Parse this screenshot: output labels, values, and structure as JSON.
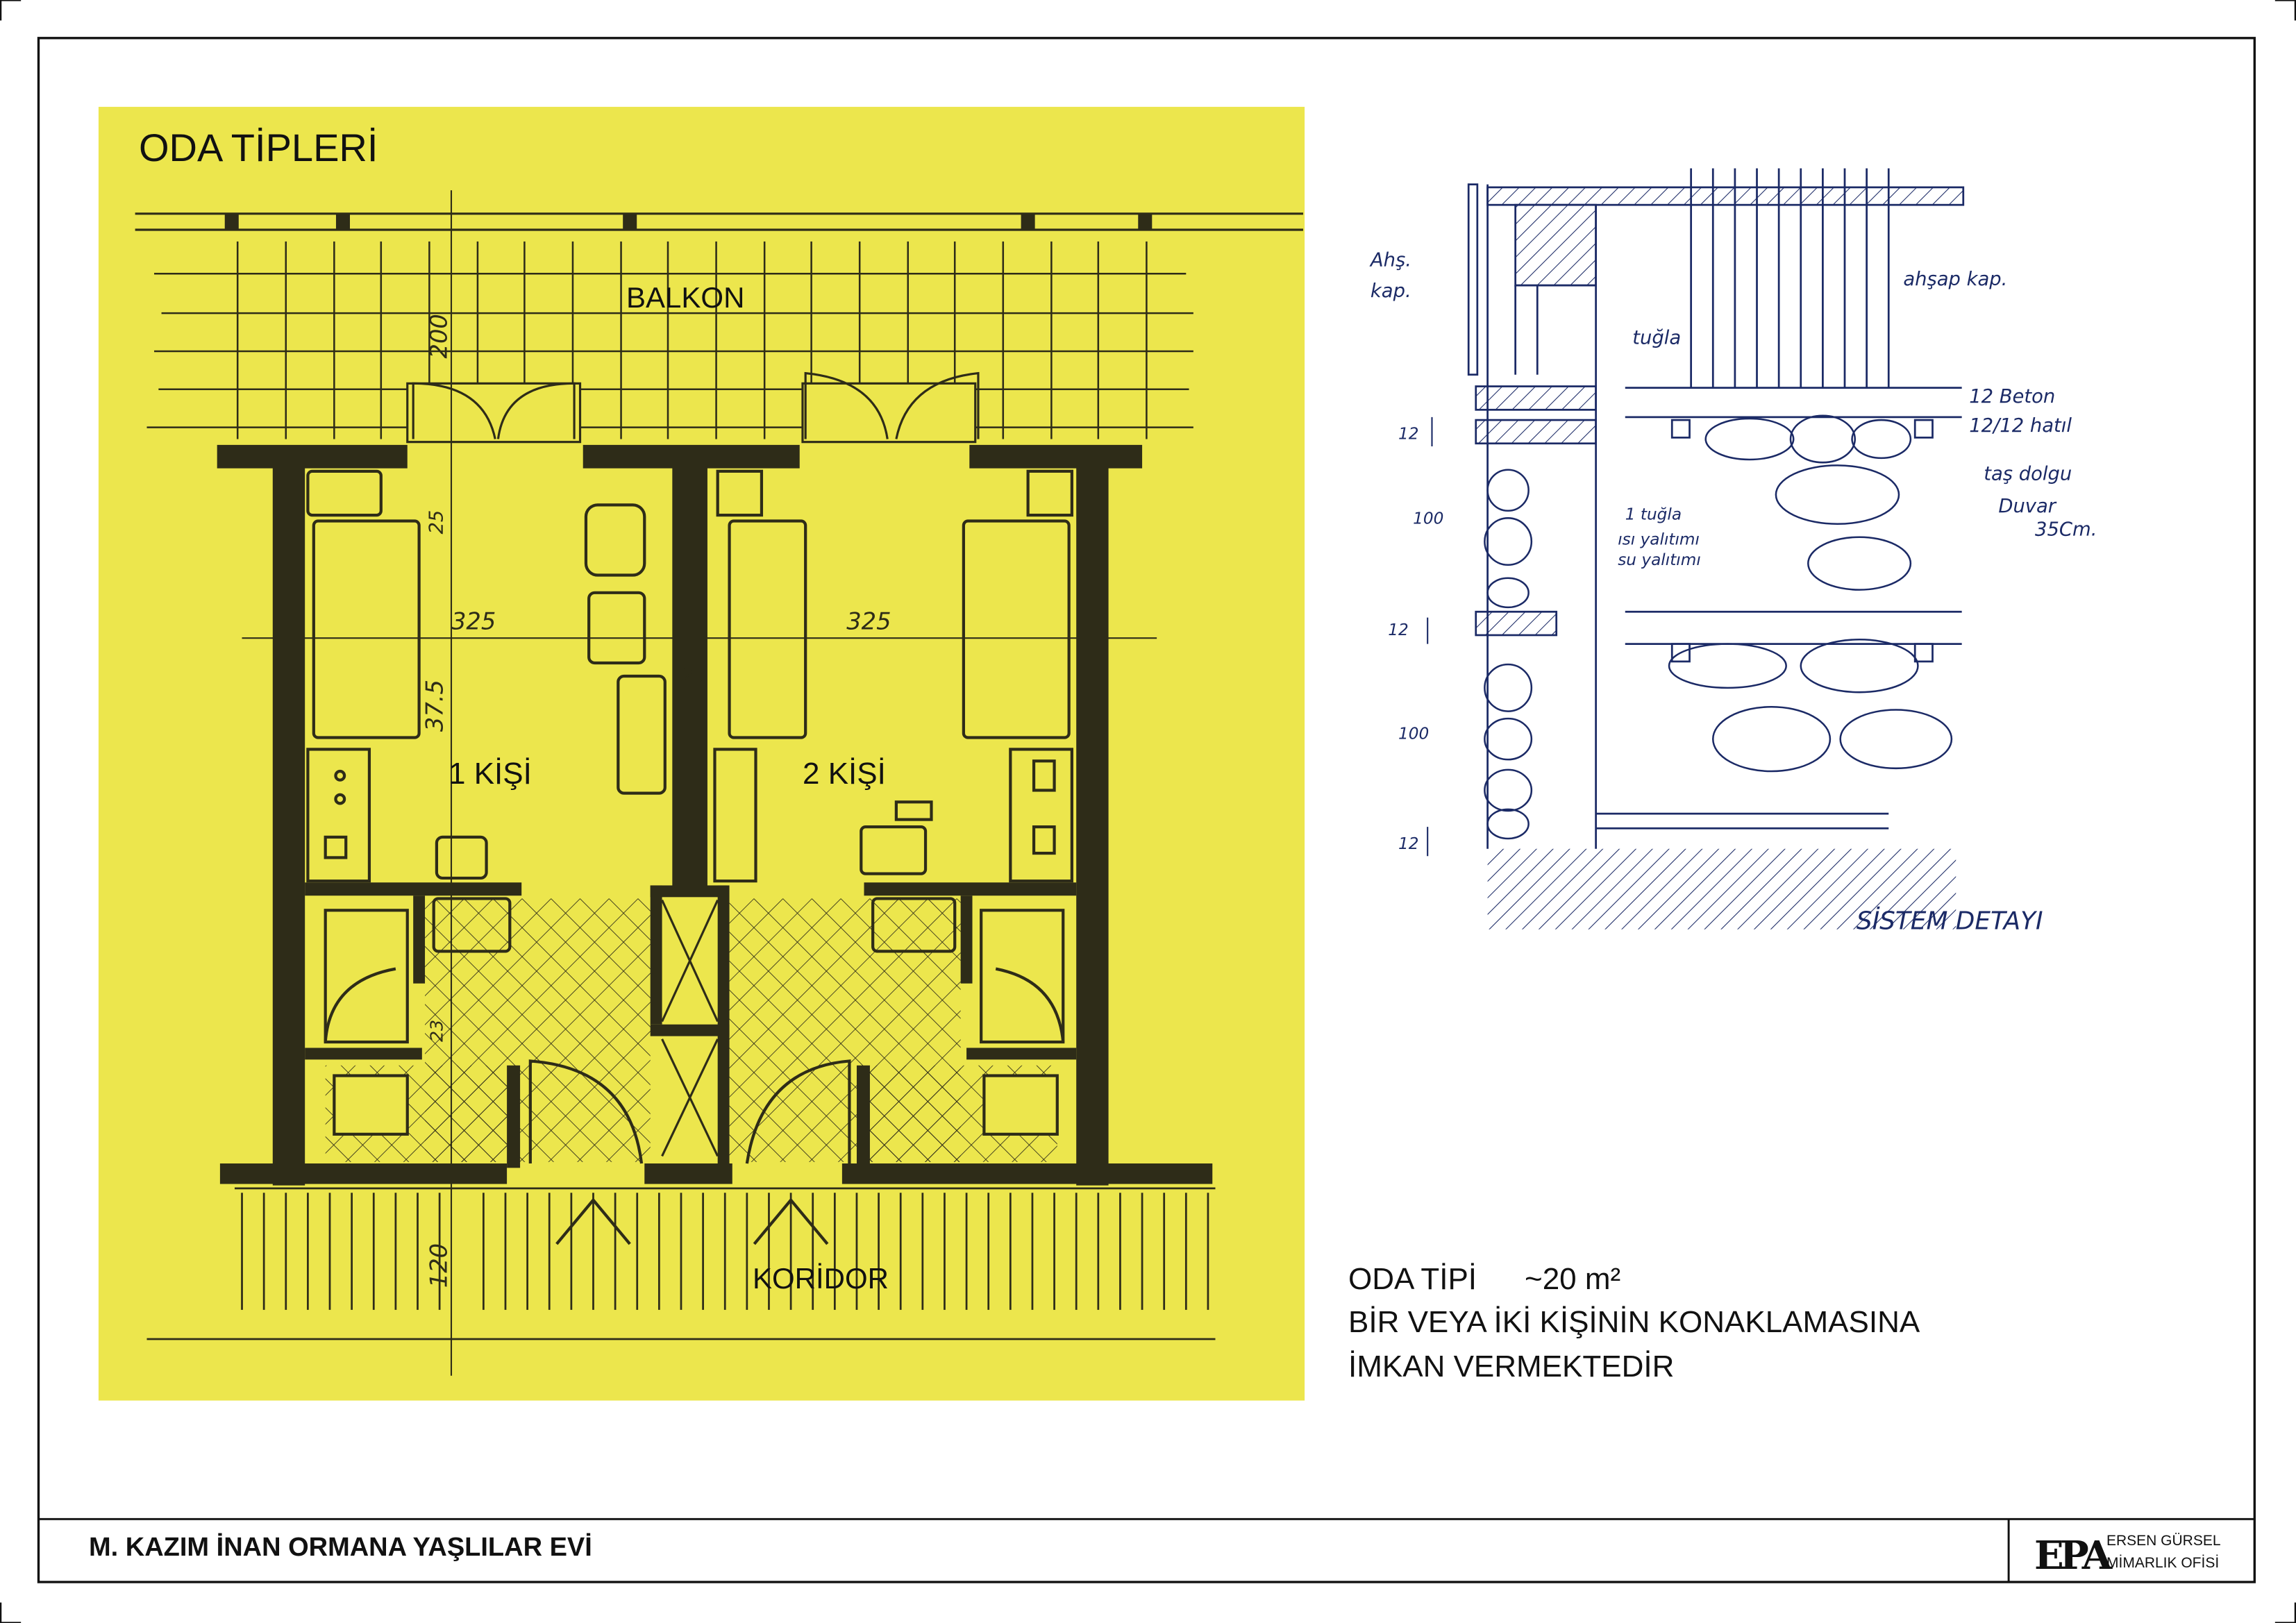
{
  "sheet": {
    "heading": "ODA TİPLERİ",
    "project_title": "M. KAZIM İNAN ORMANA YAŞLILAR EVİ",
    "office_logo": "EPA",
    "office_line1": "ERSEN GÜRSEL",
    "office_line2": "MİMARLIK OFİSİ"
  },
  "plan": {
    "balcony_label": "BALKON",
    "corridor_label": "KORİDOR",
    "room1_label": "1 KİŞİ",
    "room2_label": "2 KİŞİ",
    "dims": {
      "balcony": "200",
      "door": "25",
      "width1": "325",
      "width2": "325",
      "depth": "37.5",
      "wall": "25",
      "corridor": "120",
      "bath": "23"
    }
  },
  "detail": {
    "title": "SİSTEM DETAYI",
    "labels": {
      "ahs_kap_1": "Ahş.",
      "ahs_kap_2": "kap.",
      "tugla": "tuğla",
      "ahsap_kap": "ahşap kap.",
      "beton_1": "12 Beton",
      "beton_2": "12/12 hatıl",
      "tas_dolgu": "taş dolgu",
      "duvar": "Duvar",
      "duvar_cm": "35Cm.",
      "tugla_2": "1 tuğla",
      "isi": "ısı yalıtımı",
      "su": "su yalıtımı",
      "dim_12a": "12",
      "dim_100a": "100",
      "dim_12b": "12",
      "dim_100b": "100",
      "dim_12c": "12"
    }
  },
  "description": {
    "line1_a": "ODA TİPİ",
    "line1_b": "~20 m²",
    "line2": "BİR VEYA İKİ KİŞİNİN KONAKLAMASINA",
    "line3": "İMKAN VERMEKTEDİR"
  },
  "colors": {
    "yellow": "#ece64d",
    "wall": "#2e2c18",
    "ink": "#1b2a66"
  }
}
